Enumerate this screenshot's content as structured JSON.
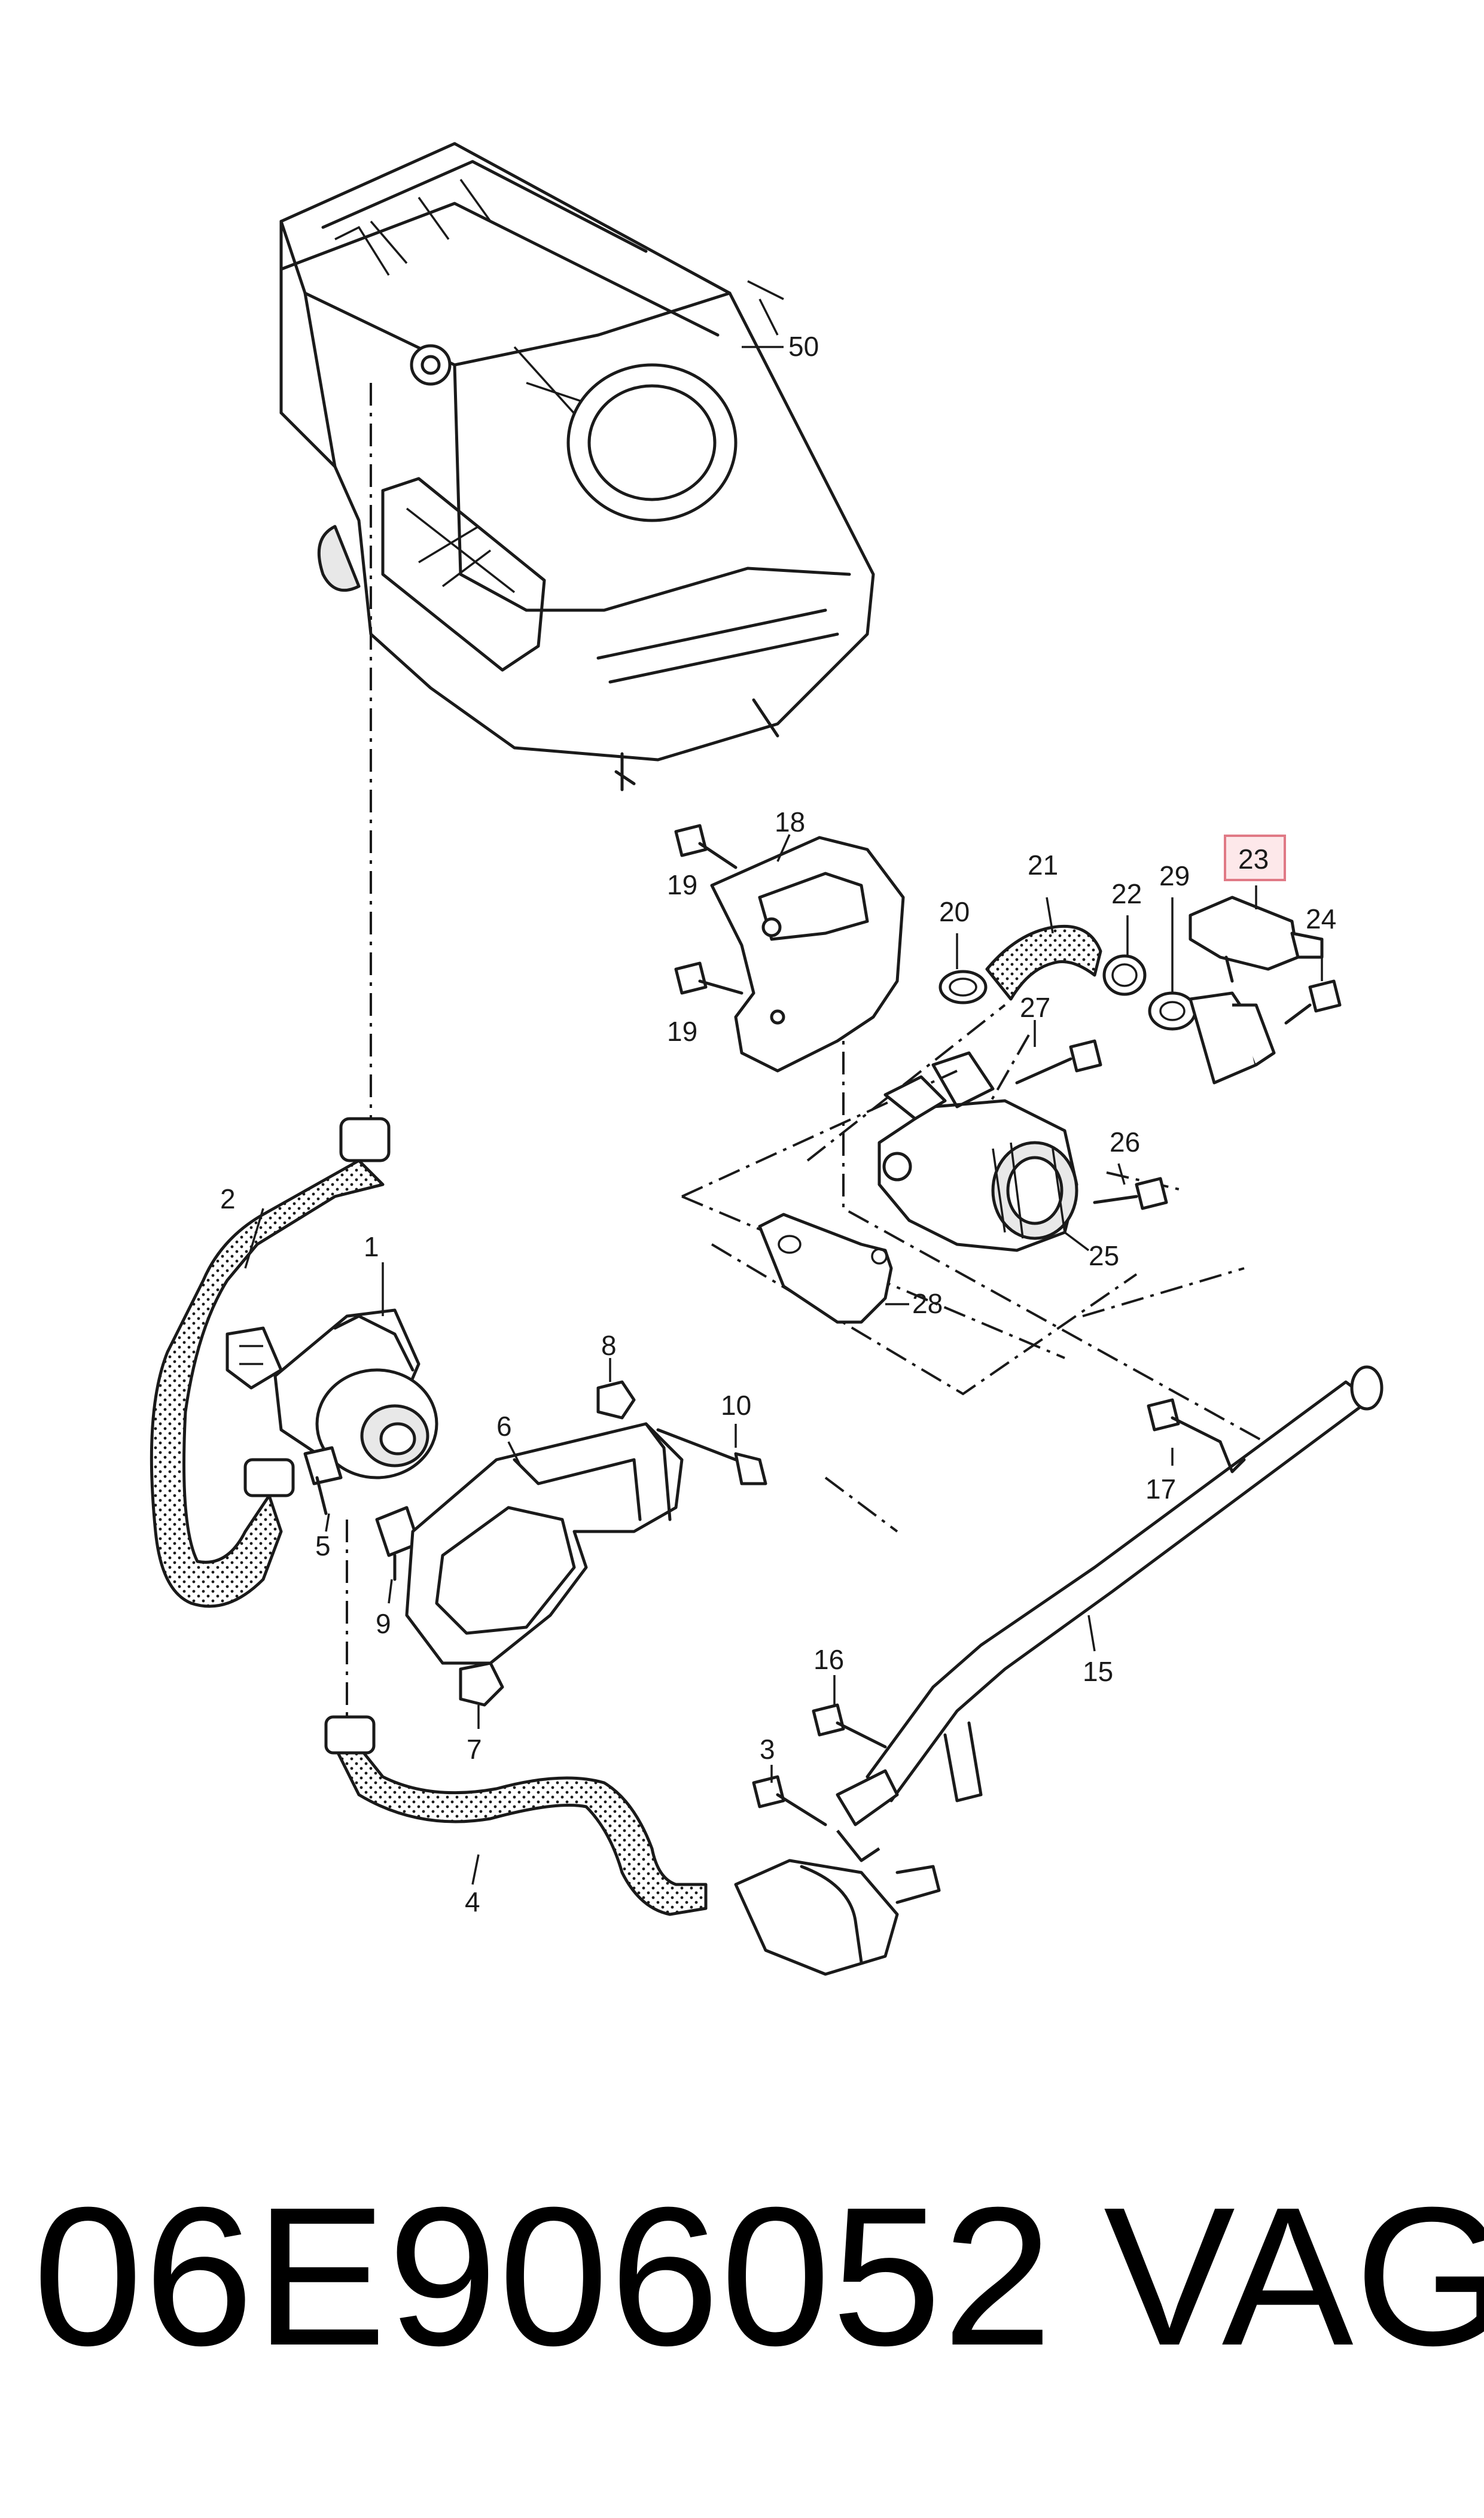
{
  "diagram": {
    "labels": {
      "l1": "1",
      "l2": "2",
      "l3": "3",
      "l4": "4",
      "l5": "5",
      "l6": "6",
      "l7": "7",
      "l8": "8",
      "l9": "9",
      "l10": "10",
      "l15": "15",
      "l16": "16",
      "l17": "17",
      "l18": "18",
      "l19a": "19",
      "l19b": "19",
      "l20": "20",
      "l21": "21",
      "l22": "22",
      "l23": "23",
      "l24": "24",
      "l25": "25",
      "l26": "26",
      "l27": "27",
      "l28": "28",
      "l29": "29",
      "l50": "50"
    },
    "highlighted_label": "23",
    "highlight_color": "#fde8ea"
  },
  "footer": {
    "part_number": "06E906052",
    "brand": "VAG"
  }
}
